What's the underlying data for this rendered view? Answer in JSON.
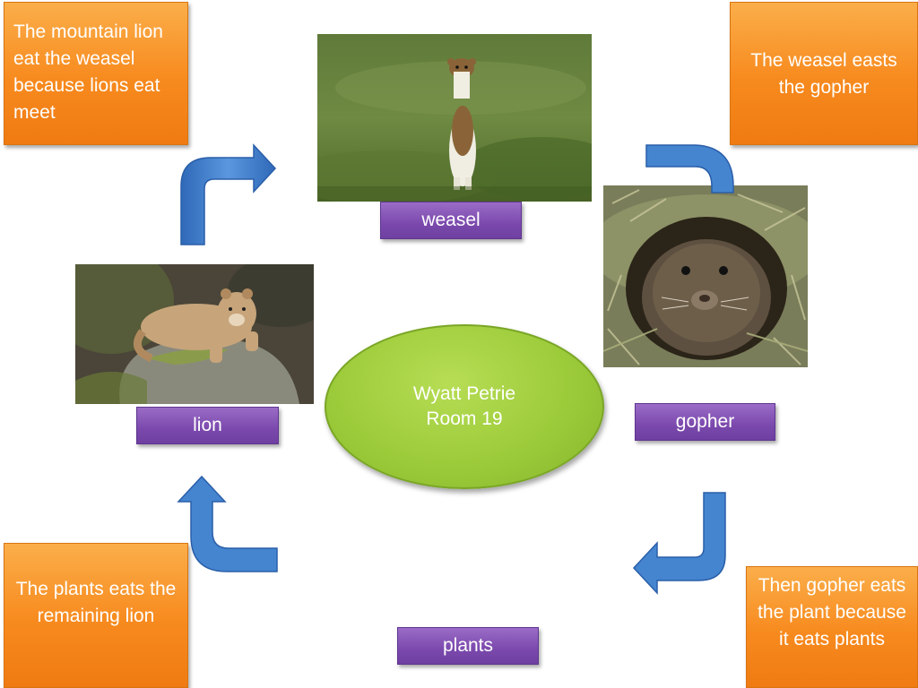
{
  "center": {
    "name": "Wyatt Petrie",
    "room": "Room 19"
  },
  "notes": {
    "top_left": "The mountain lion eat the weasel because lions eat meet",
    "top_right": "The weasel  easts the gopher",
    "bottom_right": "Then gopher eats the plant because it eats plants",
    "bottom_left": "The plants eats the remaining lion"
  },
  "labels": {
    "weasel": "weasel",
    "gopher": "gopher",
    "lion": "lion",
    "plants": "plants"
  },
  "photos": {
    "weasel": "weasel-photo",
    "gopher": "gopher-photo",
    "lion": "mountain-lion-photo"
  },
  "colors": {
    "note_orange": "#f78a1e",
    "label_purple": "#7b49ad",
    "oval_green": "#9ccb3a",
    "arrow_blue": "#3a78c6"
  }
}
